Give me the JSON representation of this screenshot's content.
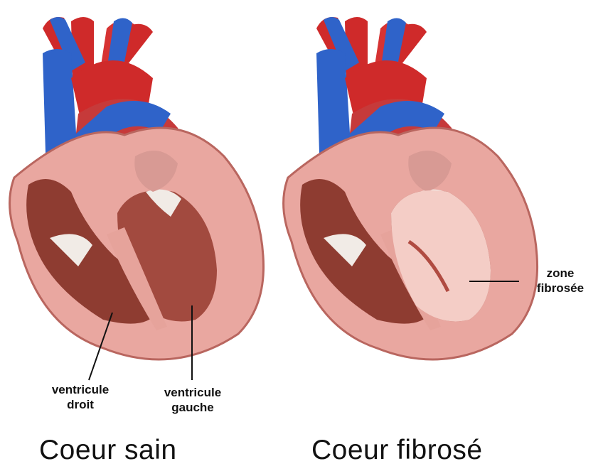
{
  "colors": {
    "vein_blue": "#2f63c9",
    "artery_red": "#cf2a2a",
    "muscle_pink": "#e9a7a0",
    "ventricle_brown": "#8e3c31",
    "fibrosis_pale": "#f4cdc6"
  },
  "hearts": [
    {
      "caption": "Coeur sain",
      "labels": [
        {
          "line1": "ventricule",
          "line2": "droit"
        },
        {
          "line1": "ventricule",
          "line2": "gauche"
        }
      ]
    },
    {
      "caption": "Coeur fibrosé",
      "labels": [
        {
          "line1": "zone",
          "line2": "fibrosée"
        }
      ]
    }
  ]
}
